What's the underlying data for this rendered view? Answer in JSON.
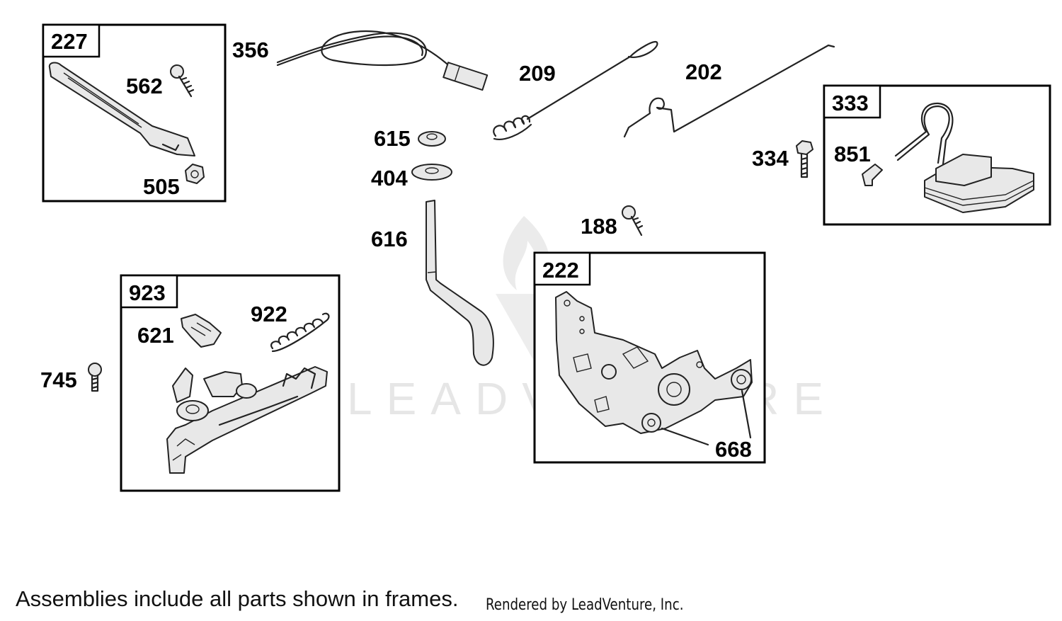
{
  "watermark": "LEADVENTURE",
  "frames": [
    {
      "id": "frame-227",
      "label": "227"
    },
    {
      "id": "frame-923",
      "label": "923"
    },
    {
      "id": "frame-222",
      "label": "222"
    },
    {
      "id": "frame-333",
      "label": "333"
    }
  ],
  "callouts": {
    "p356": "356",
    "p562": "562",
    "p505": "505",
    "p209": "209",
    "p202": "202",
    "p615": "615",
    "p404": "404",
    "p616": "616",
    "p334": "334",
    "p851": "851",
    "p188": "188",
    "p922": "922",
    "p621": "621",
    "p745": "745",
    "p668": "668"
  },
  "footer": {
    "note": "Assemblies include all parts shown in frames.",
    "rendered_by": "Rendered by LeadVenture, Inc."
  }
}
